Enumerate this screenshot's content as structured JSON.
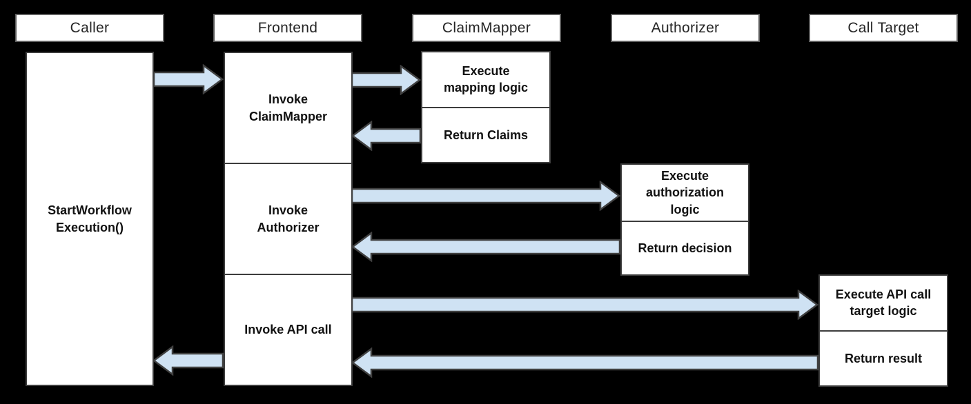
{
  "diagram": {
    "type": "sequence-diagram",
    "colors": {
      "background": "#000000",
      "box_fill": "#ffffff",
      "box_border": "#3d3d3d",
      "header_border": "#5f5f5f",
      "arrow_fill": "#cfe2f3",
      "arrow_stroke": "#404040",
      "text": "#111111"
    },
    "lanes": [
      {
        "id": "caller",
        "label": "Caller"
      },
      {
        "id": "frontend",
        "label": "Frontend"
      },
      {
        "id": "claimmapper",
        "label": "ClaimMapper"
      },
      {
        "id": "authorizer",
        "label": "Authorizer"
      },
      {
        "id": "calltarget",
        "label": "Call Target"
      }
    ],
    "boxes": {
      "caller_activity": "StartWorkflow\nExecution()",
      "frontend_steps": [
        "Invoke\nClaimMapper",
        "Invoke\nAuthorizer",
        "Invoke API call"
      ],
      "claimmapper_steps": [
        "Execute\nmapping logic",
        "Return Claims"
      ],
      "authorizer_steps": [
        "Execute\nauthorization\nlogic",
        "Return decision"
      ],
      "calltarget_steps": [
        "Execute API call\ntarget logic",
        "Return result"
      ]
    },
    "arrows": [
      {
        "name": "caller-to-frontend",
        "from": "Caller",
        "to": "Frontend",
        "direction": "right"
      },
      {
        "name": "frontend-to-claimmapper",
        "from": "Frontend",
        "to": "ClaimMapper",
        "direction": "right"
      },
      {
        "name": "claimmapper-return-to-frontend",
        "from": "ClaimMapper",
        "to": "Frontend",
        "direction": "left"
      },
      {
        "name": "frontend-to-authorizer",
        "from": "Frontend",
        "to": "Authorizer",
        "direction": "right"
      },
      {
        "name": "authorizer-return-to-frontend",
        "from": "Authorizer",
        "to": "Frontend",
        "direction": "left"
      },
      {
        "name": "frontend-to-calltarget",
        "from": "Frontend",
        "to": "Call Target",
        "direction": "right"
      },
      {
        "name": "calltarget-return-to-frontend",
        "from": "Call Target",
        "to": "Frontend",
        "direction": "left"
      },
      {
        "name": "frontend-return-to-caller",
        "from": "Frontend",
        "to": "Caller",
        "direction": "left"
      }
    ]
  }
}
